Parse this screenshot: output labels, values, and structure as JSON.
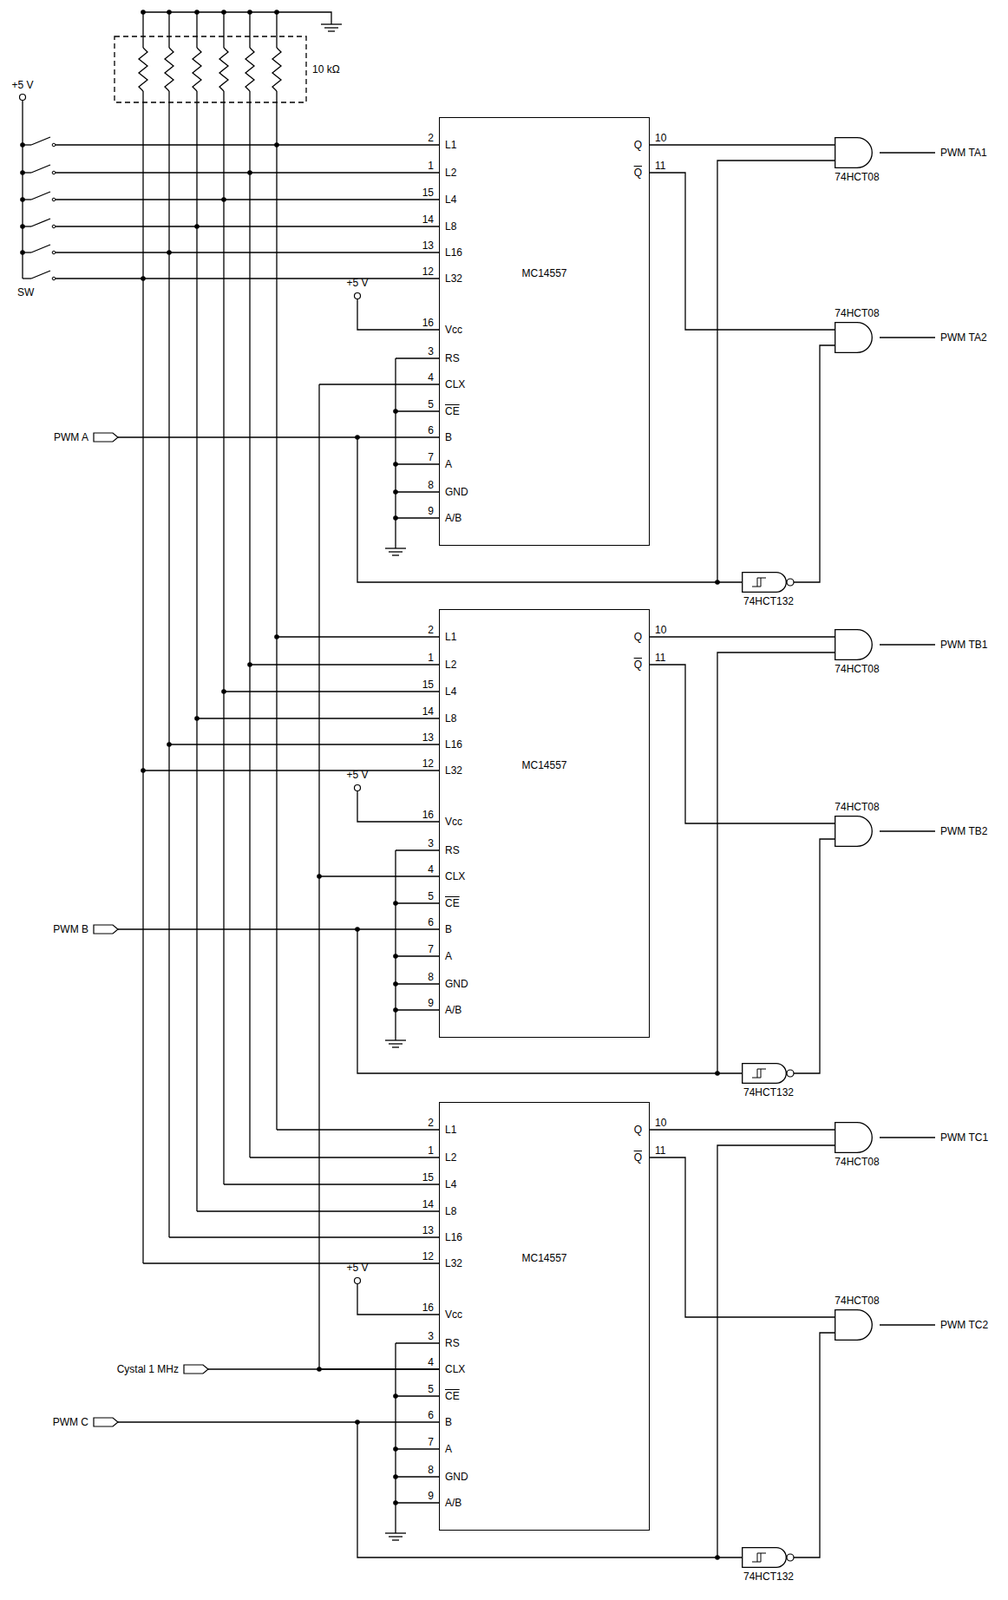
{
  "diagram": {
    "nodes": [
      {
        "text": [
          "L1",
          "L2",
          "L4",
          "L8",
          "L16",
          "L32",
          "Vcc",
          "RS",
          "CLX",
          "CE",
          "B",
          "A",
          "GND",
          "A/B",
          "Q",
          "Q",
          "MC14557"
        ]
      },
      {
        "text": [
          "L1",
          "L2",
          "L4",
          "L8",
          "L16",
          "L32",
          "Vcc",
          "RS",
          "CLX",
          "CE",
          "B",
          "A",
          "GND",
          "A/B",
          "Q",
          "Q",
          "MC14557"
        ]
      },
      {
        "text": [
          "L1",
          "L2",
          "L4",
          "L8",
          "L16",
          "L32",
          "Vcc",
          "RS",
          "CLX",
          "CE",
          "B",
          "A",
          "GND",
          "A/B",
          "Q",
          "Q",
          "MC14557"
        ]
      },
      {
        "text": [
          "74HCT08"
        ]
      },
      {
        "text": [
          "74HCT08"
        ]
      },
      {
        "text": [
          "74HCT132"
        ]
      },
      {
        "text": [
          "74HCT08"
        ]
      },
      {
        "text": [
          "74HCT08"
        ]
      },
      {
        "text": [
          "74HCT132"
        ]
      },
      {
        "text": [
          "74HCT08"
        ]
      },
      {
        "text": [
          "74HCT08"
        ]
      },
      {
        "text": [
          "74HCT132"
        ]
      }
    ],
    "edges": [
      {
        "from": 0,
        "to": 3,
        "arrow": "none"
      },
      {
        "from": 0,
        "to": 4,
        "arrow": "none"
      },
      {
        "from": 5,
        "to": 4,
        "arrow": "none"
      },
      {
        "from": 1,
        "to": 6,
        "arrow": "none"
      },
      {
        "from": 1,
        "to": 7,
        "arrow": "none"
      },
      {
        "from": 8,
        "to": 7,
        "arrow": "none"
      },
      {
        "from": 2,
        "to": 9,
        "arrow": "none"
      },
      {
        "from": 2,
        "to": 10,
        "arrow": "none"
      },
      {
        "from": 11,
        "to": 10,
        "arrow": "none"
      }
    ],
    "labels": [
      "2",
      "1",
      "15",
      "14",
      "13",
      "12",
      "16",
      "3",
      "4",
      "5",
      "6",
      "7",
      "8",
      "9",
      "10",
      "11",
      "2",
      "1",
      "15",
      "14",
      "13",
      "12",
      "16",
      "3",
      "4",
      "5",
      "6",
      "7",
      "8",
      "9",
      "10",
      "11",
      "2",
      "1",
      "15",
      "14",
      "13",
      "12",
      "16",
      "3",
      "4",
      "5",
      "6",
      "7",
      "8",
      "9",
      "10",
      "11",
      "+5 V",
      "SW",
      "10 kΩ",
      "+5 V",
      "+5 V",
      "+5 V",
      "PWM A",
      "PWM B",
      "PWM C",
      "Cystal 1 MHz",
      "PWM TA1",
      "PWM TA2",
      "PWM TB1",
      "PWM TB2",
      "PWM TC1",
      "PWM TC2"
    ]
  }
}
